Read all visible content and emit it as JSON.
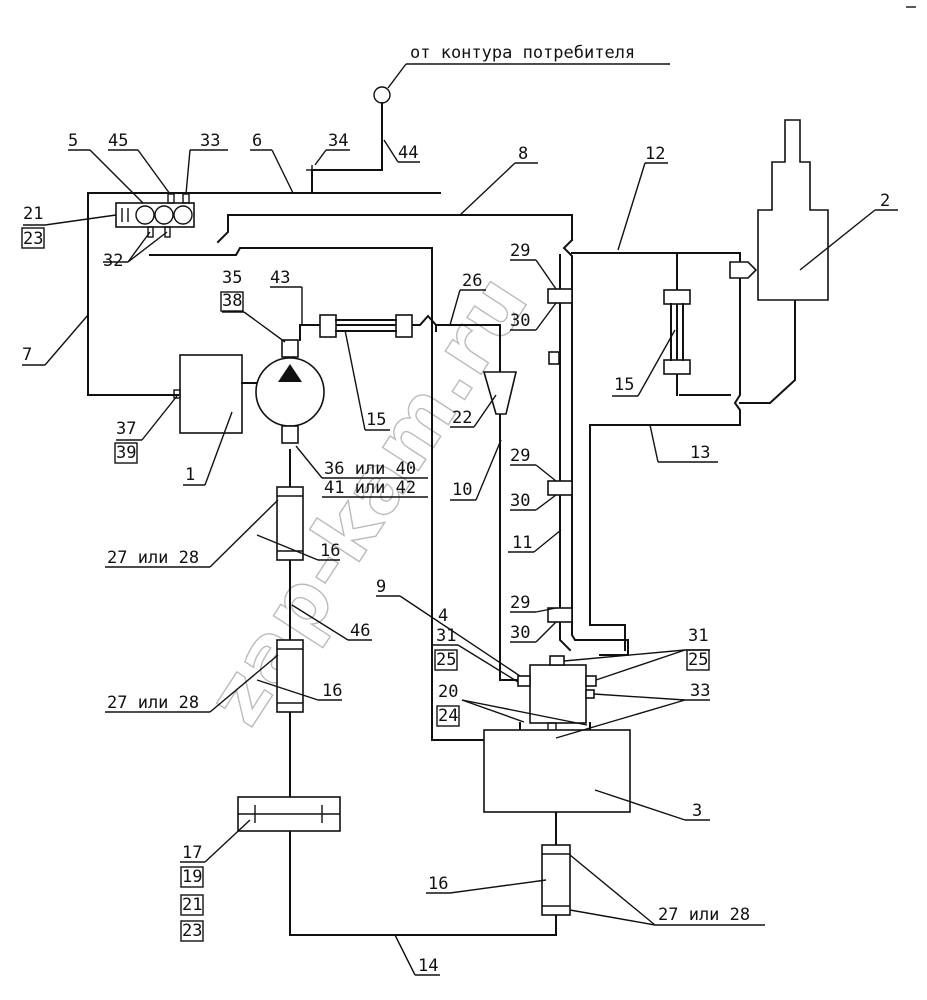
{
  "title": "от контура потребителя",
  "watermark": "zap-kam.ru",
  "labels": {
    "n1": "1",
    "n2": "2",
    "n3": "3",
    "n4": "4",
    "n5": "5",
    "n6": "6",
    "n7": "7",
    "n8": "8",
    "n9": "9",
    "n10": "10",
    "n11": "11",
    "n12": "12",
    "n13": "13",
    "n14": "14",
    "n15a": "15",
    "n15b": "15",
    "n16a": "16",
    "n16b": "16",
    "n16c": "16",
    "n17": "17",
    "n19": "19",
    "n21a": "21",
    "n23a": "23",
    "n21b": "21",
    "n23b": "23",
    "n20": "20",
    "n24": "24",
    "n22": "22",
    "n25a": "25",
    "n25b": "25",
    "n26": "26",
    "n27a": "27 или 28",
    "n27b": "27 или 28",
    "n27c": "27 или 28",
    "n29a": "29",
    "n29b": "29",
    "n29c": "29",
    "n30a": "30",
    "n30b": "30",
    "n30c": "30",
    "n31a": "31",
    "n31b": "31",
    "n32": "32",
    "n33a": "33",
    "n33b": "33",
    "n34": "34",
    "n35": "35",
    "n38": "38",
    "n36": "36 или 40",
    "n41": "41 или 42",
    "n37": "37",
    "n39": "39",
    "n43": "43",
    "n44": "44",
    "n45": "45",
    "n46": "46"
  }
}
